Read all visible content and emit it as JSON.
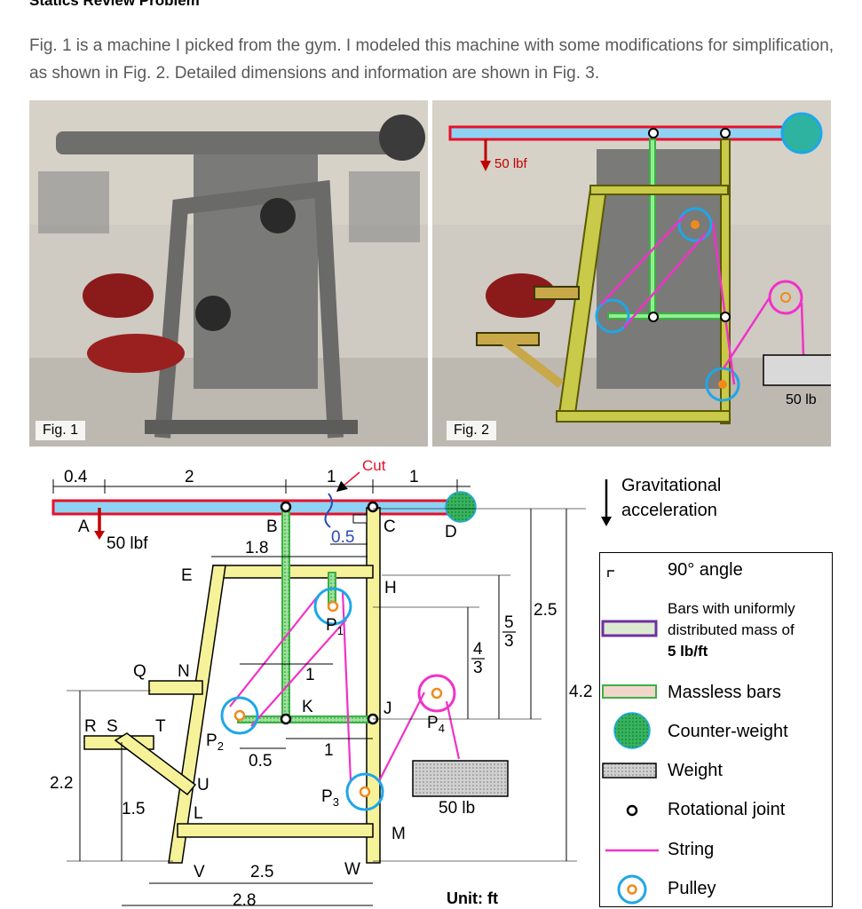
{
  "heading": "Statics Review Problem",
  "intro": "Fig. 1 is a machine I picked from the gym.  I modeled this machine with some modifications for simplification, as shown in Fig. 2.  Detailed dimensions and information are shown in Fig. 3.",
  "fig1": {
    "caption": "Fig. 1"
  },
  "fig2": {
    "caption": "Fig. 2",
    "force_label": "50 lbf",
    "weight_label": "50 lb"
  },
  "fig3": {
    "dims": {
      "d04": "0.4",
      "d2": "2",
      "d1a": "1",
      "d1b": "1",
      "d18": "1.8",
      "d05top": "0.5",
      "d1mid": "1",
      "d1low": "1",
      "d05low": "0.5",
      "d25": "2.5",
      "d28": "2.8",
      "d25v": "2.5",
      "d42": "4.2",
      "d22": "2.2",
      "d15": "1.5",
      "f53num": "5",
      "f53den": "3",
      "f43num": "4",
      "f43den": "3"
    },
    "cut_label": "Cut",
    "force_label": "50 lbf",
    "weight_label": "50 lb",
    "points": {
      "A": "A",
      "B": "B",
      "C": "C",
      "D": "D",
      "E": "E",
      "H": "H",
      "J": "J",
      "K": "K",
      "M": "M",
      "N": "N",
      "Q": "Q",
      "R": "R",
      "S": "S",
      "T": "T",
      "U": "U",
      "L": "L",
      "V": "V",
      "W": "W",
      "P1": "P",
      "P2": "P",
      "P3": "P",
      "P4": "P",
      "s1": "1",
      "s2": "2",
      "s3": "3",
      "s4": "4"
    },
    "gravity": {
      "line1": "Gravitational",
      "line2": "acceleration"
    },
    "unit": "Unit: ft"
  },
  "legend": {
    "angle": "90° angle",
    "uniform_line1": "Bars with uniformly",
    "uniform_line2": "distributed mass of",
    "uniform_line3": "5 lb/ft",
    "massless": "Massless bars",
    "counterweight": "Counter-weight",
    "weight": "Weight",
    "joint": "Rotational joint",
    "string": "String",
    "pulley": "Pulley"
  },
  "colors": {
    "frame_yellow": "#f5f29a",
    "frame_green_bar": "#3cb043",
    "beam_blue": "#8fd3f4",
    "beam_red": "#e8102a",
    "string_pink": "#f032c8",
    "pulley_blue": "#1ea7e8",
    "pulley_orange": "#f08a1c",
    "uniform_purple": "#7030a0",
    "counterweight": "#2fb3a1"
  }
}
